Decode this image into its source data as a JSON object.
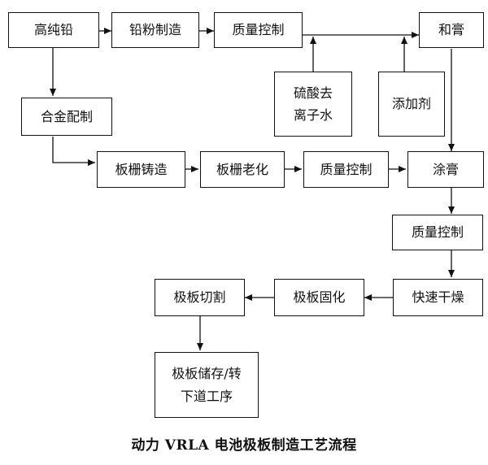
{
  "diagram": {
    "caption": "动力 VRLA 电池极板制造工艺流程",
    "nodes": {
      "high_purity_lead": "高纯铅",
      "lead_powder": "铅粉制造",
      "qc_1": "质量控制",
      "mixing": "和膏",
      "sulfuric_water": "硫酸去\n离子水",
      "additive": "添加剂",
      "alloy": "合金配制",
      "grid_casting": "板栅铸造",
      "grid_aging": "板栅老化",
      "qc_2": "质量控制",
      "pasting": "涂膏",
      "qc_3": "质量控制",
      "fast_drying": "快速干燥",
      "curing": "极板固化",
      "cutting": "极板切割",
      "storage": "极板储存/转\n下道工序"
    },
    "edges": [
      [
        "high_purity_lead",
        "lead_powder"
      ],
      [
        "lead_powder",
        "qc_1"
      ],
      [
        "qc_1",
        "mixing"
      ],
      [
        "sulfuric_water",
        "mixing"
      ],
      [
        "additive",
        "mixing"
      ],
      [
        "high_purity_lead",
        "alloy"
      ],
      [
        "alloy",
        "grid_casting"
      ],
      [
        "grid_casting",
        "grid_aging"
      ],
      [
        "grid_aging",
        "qc_2"
      ],
      [
        "qc_2",
        "pasting"
      ],
      [
        "mixing",
        "pasting"
      ],
      [
        "pasting",
        "qc_3"
      ],
      [
        "qc_3",
        "fast_drying"
      ],
      [
        "fast_drying",
        "curing"
      ],
      [
        "curing",
        "cutting"
      ],
      [
        "cutting",
        "storage"
      ]
    ]
  }
}
